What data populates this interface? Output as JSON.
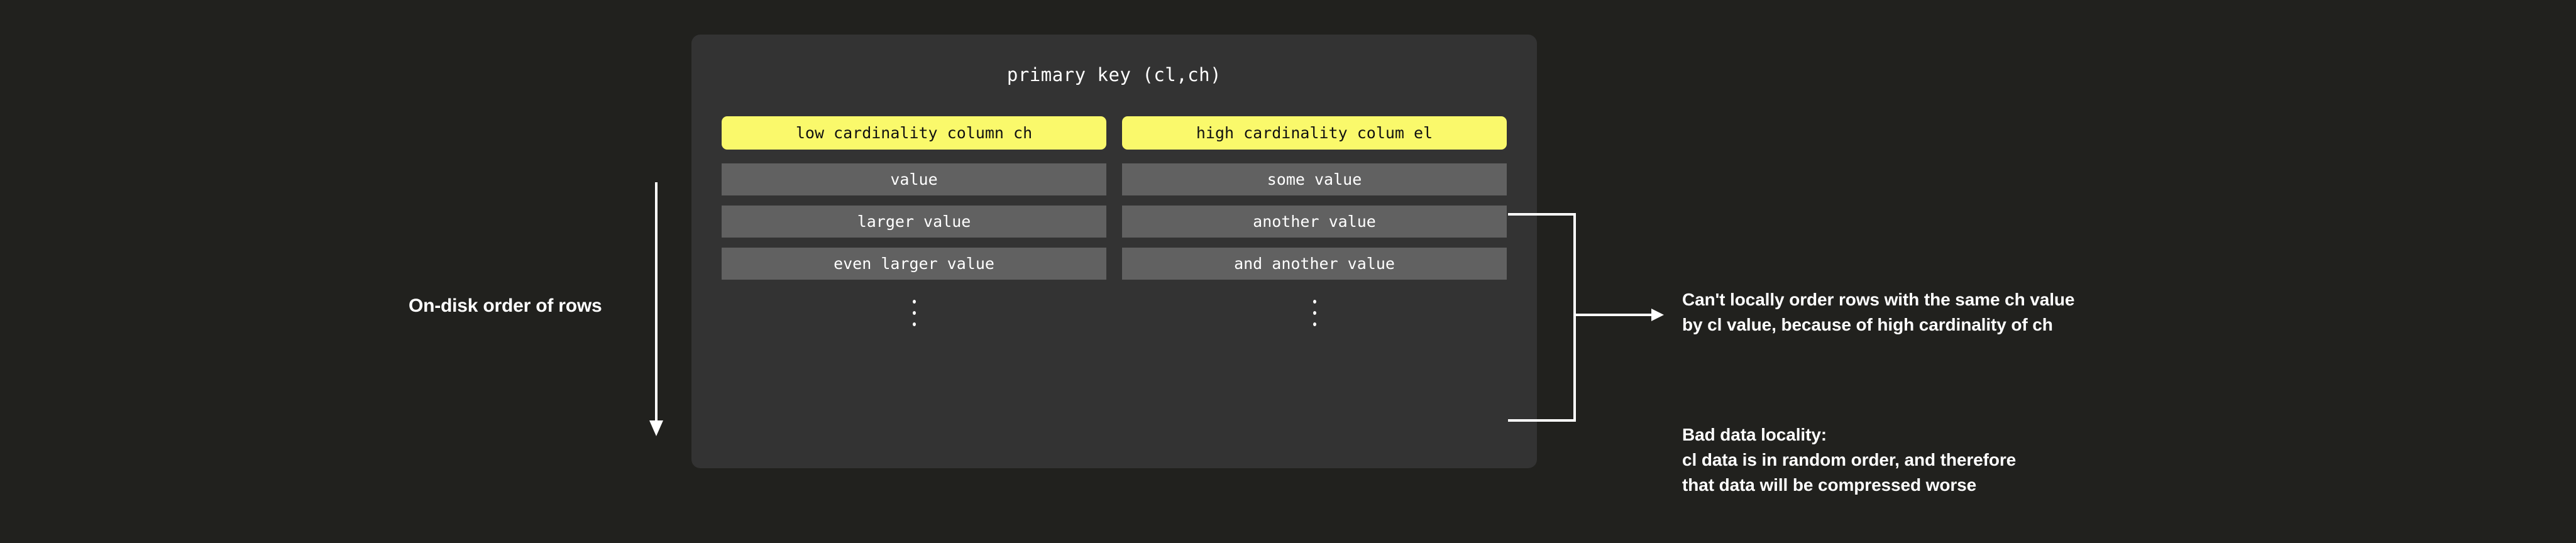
{
  "theme": {
    "background": "#21211e",
    "card_background": "#333333",
    "header_pill": "#faf96b",
    "value_cell": "#616161",
    "text": "#ffffff",
    "header_text": "#111111"
  },
  "left_axis": {
    "label": "On-disk order of rows",
    "arrow_direction": "down",
    "arrow_icon": "arrow-down-icon"
  },
  "card": {
    "title": "primary key (cl,ch)",
    "columns": [
      {
        "header": "low cardinality column ch"
      },
      {
        "header": "high cardinality colum el"
      }
    ],
    "rows": [
      [
        "value",
        "some value"
      ],
      [
        "larger value",
        "another value"
      ],
      [
        "even larger value",
        "and another value"
      ]
    ],
    "ellipsis": "⋮"
  },
  "connector": {
    "icon": "bracket-arrow-right-icon",
    "direction": "right"
  },
  "annotations": [
    {
      "id": "cardinality-note",
      "text": "Can't locally order rows with the same ch value\nby cl value, because of high cardinality of ch"
    },
    {
      "id": "locality-note",
      "text": "Bad data locality:\ncl data is in random order, and therefore\nthat data will be compressed worse"
    }
  ]
}
